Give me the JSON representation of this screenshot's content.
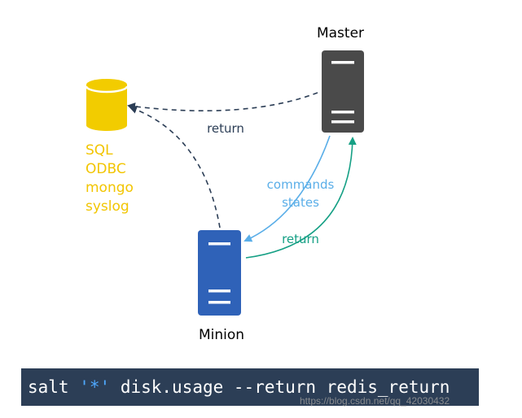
{
  "nodes": {
    "master": {
      "title": "Master",
      "color": "#4a4a4a"
    },
    "minion": {
      "title": "Minion",
      "color": "#2f62b8"
    },
    "returner": {
      "color": "#f2cc00",
      "labels": [
        "SQL",
        "ODBC",
        "mongo",
        "syslog"
      ]
    }
  },
  "edges": {
    "master_to_returner": {
      "label": "return",
      "color": "#2c3e56",
      "style": "dashed"
    },
    "minion_to_returner": {
      "color": "#2c3e56",
      "style": "dashed"
    },
    "master_to_minion": {
      "label_line1": "commands",
      "label_line2": "states",
      "color": "#5aaee8"
    },
    "minion_to_master": {
      "label": "return",
      "color": "#16a085"
    }
  },
  "command": {
    "prefix": "salt ",
    "quote_open": "'",
    "target": "*",
    "quote_close": "'",
    "rest": " disk.usage --return redis_return"
  },
  "watermark": "https://blog.csdn.net/qq_42030432"
}
